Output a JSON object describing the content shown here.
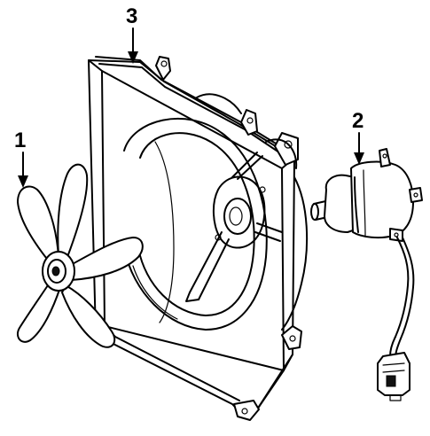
{
  "callouts": [
    {
      "id": "1",
      "text": "1",
      "part": "fan-blade"
    },
    {
      "id": "2",
      "text": "2",
      "part": "fan-motor"
    },
    {
      "id": "3",
      "text": "3",
      "part": "fan-shroud"
    }
  ]
}
